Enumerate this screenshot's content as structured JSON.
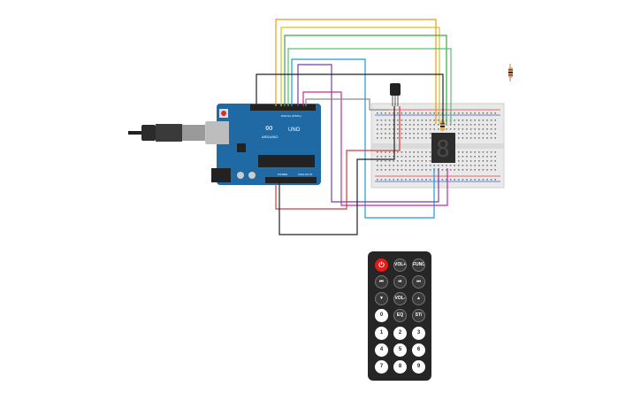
{
  "arduino": {
    "logo_text": "∞",
    "brand": "ARDUINO",
    "model": "UNO",
    "header_label_digital": "DIGITAL (PWM~)",
    "header_label_power": "POWER",
    "header_label_analog": "ANALOG IN"
  },
  "display": {
    "digit": "8"
  },
  "remote": {
    "buttons": [
      {
        "label": "⏻",
        "kind": "power"
      },
      {
        "label": "VOL+",
        "kind": "dark"
      },
      {
        "label": "FUNC/ STOP",
        "kind": "dark"
      },
      {
        "label": "⏮",
        "kind": "dark"
      },
      {
        "label": "⏯",
        "kind": "dark"
      },
      {
        "label": "⏭",
        "kind": "dark"
      },
      {
        "label": "▼",
        "kind": "dark"
      },
      {
        "label": "VOL-",
        "kind": "dark"
      },
      {
        "label": "▲",
        "kind": "dark"
      },
      {
        "label": "0",
        "kind": "num"
      },
      {
        "label": "EQ",
        "kind": "dark"
      },
      {
        "label": "ST/ REPT",
        "kind": "dark"
      },
      {
        "label": "1",
        "kind": "num"
      },
      {
        "label": "2",
        "kind": "num"
      },
      {
        "label": "3",
        "kind": "num"
      },
      {
        "label": "4",
        "kind": "num"
      },
      {
        "label": "5",
        "kind": "num"
      },
      {
        "label": "6",
        "kind": "num"
      },
      {
        "label": "7",
        "kind": "num"
      },
      {
        "label": "8",
        "kind": "num"
      },
      {
        "label": "9",
        "kind": "num"
      }
    ]
  },
  "colors": {
    "board": "#1f6aa5",
    "wire_orange": "#e89a1e",
    "wire_yellow": "#d9c21a",
    "wire_green": "#3aa84a",
    "wire_lightgreen": "#58c06a",
    "wire_blue": "#1f9ad6",
    "wire_purple": "#7a3fa0",
    "wire_magenta": "#c2308f",
    "wire_red": "#d33a3a",
    "wire_black": "#222222",
    "wire_gray": "#8a8a8a"
  }
}
